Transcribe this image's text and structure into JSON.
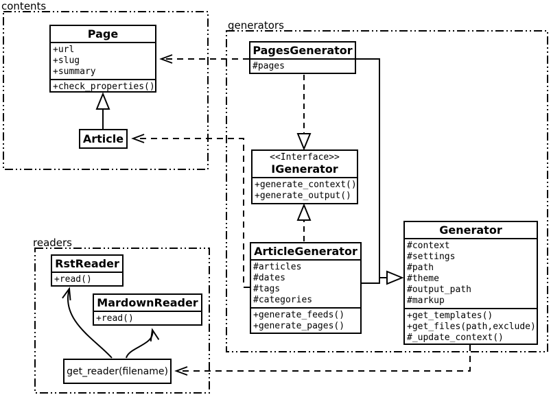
{
  "diagram": {
    "type": "uml-class-diagram",
    "packages": [
      {
        "label": "contents"
      },
      {
        "label": "generators"
      },
      {
        "label": "readers"
      }
    ],
    "classes": {
      "page": {
        "title": "Page",
        "attributes": [
          "+url",
          "+slug",
          "+summary"
        ],
        "methods": [
          "+check_properties()"
        ]
      },
      "article": {
        "title": "Article"
      },
      "pages_generator": {
        "title": "PagesGenerator",
        "attributes": [
          "#pages"
        ]
      },
      "igenerator": {
        "stereotype": "<<Interface>>",
        "title": "IGenerator",
        "methods": [
          "+generate_context()",
          "+generate_output()"
        ]
      },
      "article_generator": {
        "title": "ArticleGenerator",
        "attributes": [
          "#articles",
          "#dates",
          "#tags",
          "#categories"
        ],
        "methods": [
          "+generate_feeds()",
          "+generate_pages()"
        ]
      },
      "generator": {
        "title": "Generator",
        "attributes": [
          "#context",
          "#settings",
          "#path",
          "#theme",
          "#output_path",
          "#markup"
        ],
        "methods": [
          "+get_templates()",
          "+get_files(path,exclude)",
          "#_update_context()"
        ]
      },
      "rst_reader": {
        "title": "RstReader",
        "methods": [
          "+read()"
        ]
      },
      "mardown_reader": {
        "title": "MardownReader",
        "methods": [
          "+read()"
        ]
      },
      "get_reader": {
        "title": "get_reader(filename)"
      }
    },
    "relationships": [
      {
        "from": "Article",
        "to": "Page",
        "type": "inheritance"
      },
      {
        "from": "PagesGenerator",
        "to": "Page",
        "type": "dependency"
      },
      {
        "from": "ArticleGenerator",
        "to": "Article",
        "type": "dependency"
      },
      {
        "from": "PagesGenerator",
        "to": "IGenerator",
        "type": "realization"
      },
      {
        "from": "ArticleGenerator",
        "to": "IGenerator",
        "type": "realization"
      },
      {
        "from": "PagesGenerator",
        "to": "Generator",
        "type": "inheritance"
      },
      {
        "from": "ArticleGenerator",
        "to": "Generator",
        "type": "inheritance"
      },
      {
        "from": "Generator",
        "to": "get_reader(filename)",
        "type": "dependency"
      },
      {
        "from": "get_reader(filename)",
        "to": "RstReader",
        "type": "call"
      },
      {
        "from": "get_reader(filename)",
        "to": "MardownReader",
        "type": "call"
      }
    ],
    "colors": {
      "ink": "#000000",
      "paper": "#ffffff"
    }
  }
}
